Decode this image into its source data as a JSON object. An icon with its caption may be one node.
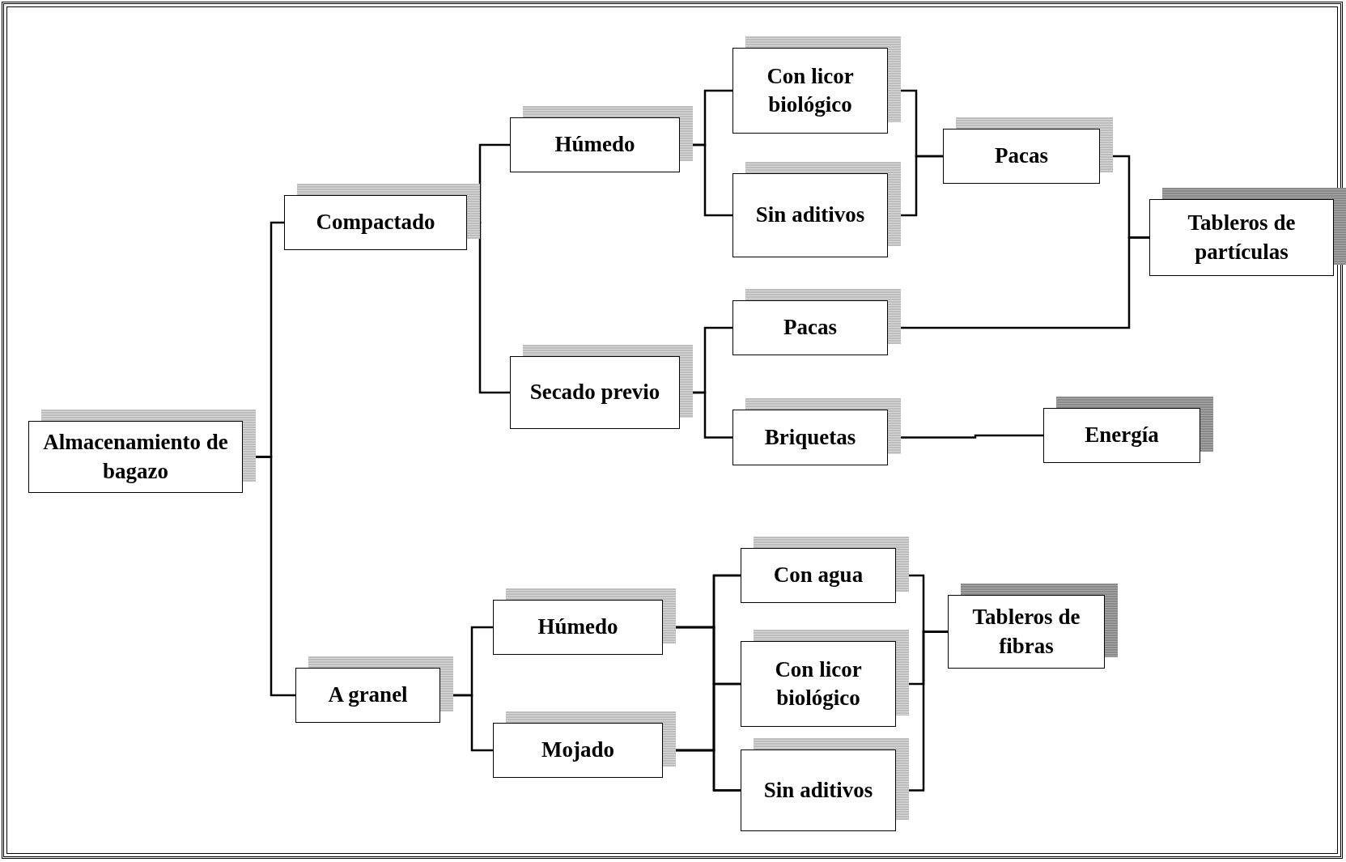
{
  "diagram": {
    "nodes": [
      {
        "text": [
          "Almacenamiento de bagazo"
        ]
      },
      {
        "text": [
          "Compactado"
        ]
      },
      {
        "text": [
          "A granel"
        ]
      },
      {
        "text": [
          "Húmedo"
        ]
      },
      {
        "text": [
          "Secado previo"
        ]
      },
      {
        "text": [
          "Con licor biológico"
        ]
      },
      {
        "text": [
          "Sin aditivos"
        ]
      },
      {
        "text": [
          "Pacas"
        ]
      },
      {
        "text": [
          "Tableros de partículas"
        ]
      },
      {
        "text": [
          "Pacas"
        ]
      },
      {
        "text": [
          "Briquetas"
        ]
      },
      {
        "text": [
          "Energía"
        ]
      },
      {
        "text": [
          "Húmedo"
        ]
      },
      {
        "text": [
          "Mojado"
        ]
      },
      {
        "text": [
          "Con agua"
        ]
      },
      {
        "text": [
          "Con licor biológico"
        ]
      },
      {
        "text": [
          "Sin aditivos"
        ]
      },
      {
        "text": [
          "Tableros de fibras"
        ]
      }
    ],
    "edges": [
      {
        "from": 0,
        "to": 1,
        "arrow": "none"
      },
      {
        "from": 0,
        "to": 2,
        "arrow": "none"
      },
      {
        "from": 1,
        "to": 3,
        "arrow": "none"
      },
      {
        "from": 1,
        "to": 4,
        "arrow": "none"
      },
      {
        "from": 3,
        "to": 5,
        "arrow": "none"
      },
      {
        "from": 3,
        "to": 6,
        "arrow": "none"
      },
      {
        "from": 5,
        "to": 7,
        "arrow": "none"
      },
      {
        "from": 6,
        "to": 7,
        "arrow": "none"
      },
      {
        "from": 7,
        "to": 8,
        "arrow": "none"
      },
      {
        "from": 4,
        "to": 9,
        "arrow": "none"
      },
      {
        "from": 4,
        "to": 10,
        "arrow": "none"
      },
      {
        "from": 9,
        "to": 8,
        "arrow": "none"
      },
      {
        "from": 10,
        "to": 11,
        "arrow": "none"
      },
      {
        "from": 2,
        "to": 12,
        "arrow": "none"
      },
      {
        "from": 2,
        "to": 13,
        "arrow": "none"
      },
      {
        "from": 12,
        "to": 14,
        "arrow": "none"
      },
      {
        "from": 12,
        "to": 15,
        "arrow": "none"
      },
      {
        "from": 12,
        "to": 16,
        "arrow": "none"
      },
      {
        "from": 13,
        "to": 14,
        "arrow": "none"
      },
      {
        "from": 13,
        "to": 15,
        "arrow": "none"
      },
      {
        "from": 13,
        "to": 16,
        "arrow": "none"
      },
      {
        "from": 14,
        "to": 17,
        "arrow": "none"
      },
      {
        "from": 15,
        "to": 17,
        "arrow": "none"
      },
      {
        "from": 16,
        "to": 17,
        "arrow": "none"
      }
    ]
  }
}
